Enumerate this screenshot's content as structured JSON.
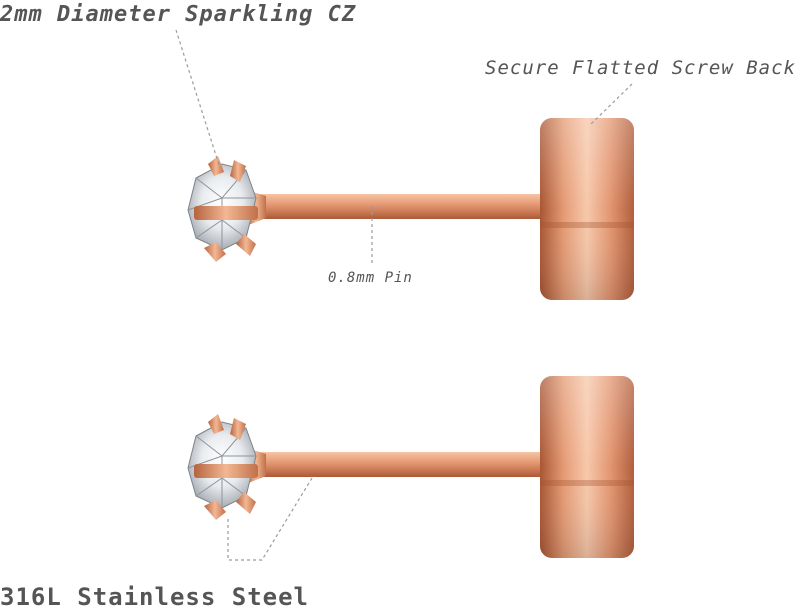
{
  "callouts": {
    "stone": "2mm Diameter Sparkling CZ",
    "back": "Secure Flatted Screw Back",
    "pin": "0.8mm Pin",
    "material": "316L Stainless Steel"
  },
  "colors": {
    "rose_gold": "#e0946c",
    "rose_gold_dark": "#b8633f",
    "rose_gold_light": "#f8c9ab",
    "label_text": "#555555",
    "leader_line": "#9a9a9a"
  }
}
